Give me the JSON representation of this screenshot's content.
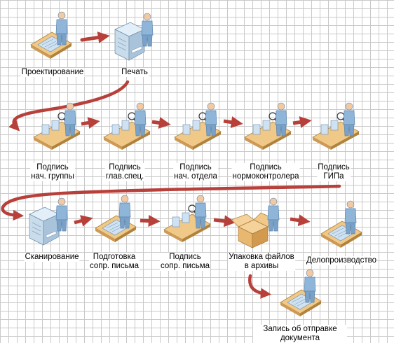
{
  "labels": {
    "design": "Проектирование",
    "print": "Печать",
    "sign_group": "Подпись\nнач. группы",
    "sign_chief_spec": "Подпись\nглав.спец.",
    "sign_dept": "Подпись\nнач. отдела",
    "sign_normcontrol": "Подпись\nнормоконтролера",
    "sign_gip": "Подпись\nГИПа",
    "scan": "Сканирование",
    "prep_letter": "Подготовка\nсопр. письма",
    "sign_letter": "Подпись\nсопр. письма",
    "pack_files": "Упаковка файлов\nв архивы",
    "records": "Делопроизводство",
    "dispatch_record": "Запись об отправке документа"
  },
  "icons": {
    "design": "person-at-drafting-desk-icon",
    "print": "person-at-copier-icon",
    "sign_group": "inspector-at-conveyor-icon",
    "sign_chief_spec": "inspector-at-conveyor-icon",
    "sign_dept": "inspector-at-conveyor-icon",
    "sign_normcontrol": "inspector-at-conveyor-icon",
    "sign_gip": "inspector-at-conveyor-icon",
    "scan": "person-at-copier-icon",
    "prep_letter": "person-at-drafting-desk-icon",
    "sign_letter": "inspector-at-conveyor-icon",
    "pack_files": "person-packing-box-icon",
    "records": "person-at-drafting-desk-icon",
    "dispatch_record": "person-at-drafting-desk-icon"
  },
  "colors": {
    "arrow": "#b8403a",
    "person": "#8fb5d9",
    "person_dark": "#5f86ad",
    "table": "#f0c888",
    "table_edge": "#b0823c",
    "machine": "#c8dceb",
    "machine_dark": "#6e8ea8",
    "box": "#e9b870",
    "grid": "#c9c9c9"
  }
}
